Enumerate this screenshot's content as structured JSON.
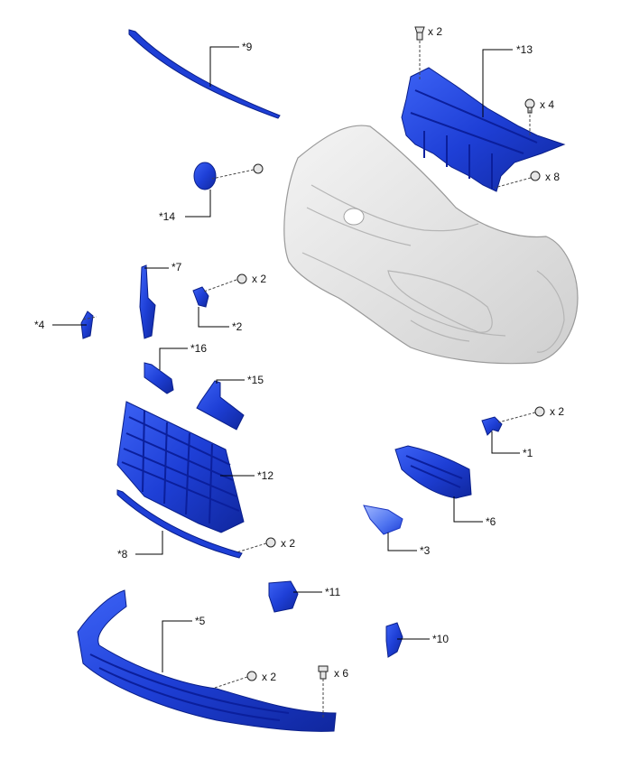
{
  "callouts": {
    "c1": "*1",
    "c2": "*2",
    "c3": "*3",
    "c4": "*4",
    "c5": "*5",
    "c6": "*6",
    "c7": "*7",
    "c8": "*8",
    "c9": "*9",
    "c10": "*10",
    "c11": "*11",
    "c12": "*12",
    "c13": "*13",
    "c14": "*14",
    "c15": "*15",
    "c16": "*16"
  },
  "quantities": {
    "q_top_clip": "x 2",
    "q_bracket_clip": "x 4",
    "q_bracket_screw": "x 8",
    "q_part2_screw": "x 2",
    "q_part1_screw": "x 2",
    "q_part8_screw": "x 2",
    "q_part5_screw": "x 2",
    "q_part5_clip": "x 6"
  },
  "colors": {
    "part_blue": "#1e3fd6",
    "part_blue_light": "#5f86ff",
    "bumper_grey": "#e4e4e4"
  }
}
